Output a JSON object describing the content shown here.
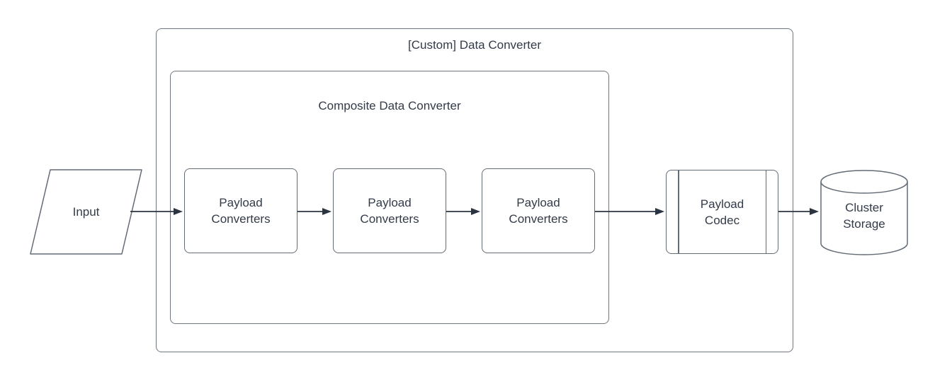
{
  "diagram": {
    "containers": {
      "outer": {
        "title": "[Custom] Data Converter"
      },
      "inner": {
        "title": "Composite Data Converter"
      }
    },
    "nodes": {
      "input": {
        "label": "Input",
        "shape": "parallelogram"
      },
      "converter1": {
        "label": "Payload Converters",
        "shape": "rounded-rectangle"
      },
      "converter2": {
        "label": "Payload Converters",
        "shape": "rounded-rectangle"
      },
      "converter3": {
        "label": "Payload Converters",
        "shape": "rounded-rectangle"
      },
      "codec": {
        "label": "Payload Codec",
        "shape": "predefined-process"
      },
      "storage": {
        "label": "Cluster Storage",
        "shape": "cylinder"
      }
    },
    "connections": [
      {
        "from": "input",
        "to": "converter1"
      },
      {
        "from": "converter1",
        "to": "converter2"
      },
      {
        "from": "converter2",
        "to": "converter3"
      },
      {
        "from": "converter3",
        "to": "codec"
      },
      {
        "from": "codec",
        "to": "storage"
      }
    ]
  },
  "colors": {
    "background": "#ffffff",
    "text": "#333b49",
    "shape_stroke": "#636b75",
    "container_stroke": "#6f767e",
    "connector": "#2b3442"
  }
}
